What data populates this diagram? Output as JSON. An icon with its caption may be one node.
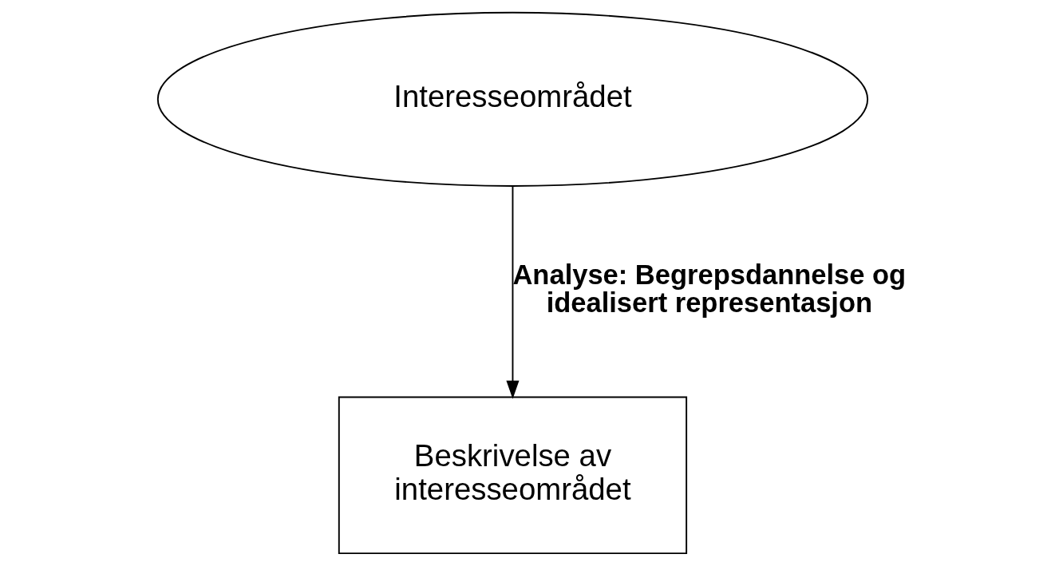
{
  "diagram": {
    "nodes": [
      {
        "text": [
          "Interesseområdet"
        ]
      },
      {
        "text": [
          "Beskrivelse av interesseområdet"
        ]
      }
    ],
    "edges": [
      {
        "from": 0,
        "to": 1,
        "arrow": "to",
        "label": "Analyse: Begrepsdannelse og idealisert representasjon"
      }
    ]
  }
}
